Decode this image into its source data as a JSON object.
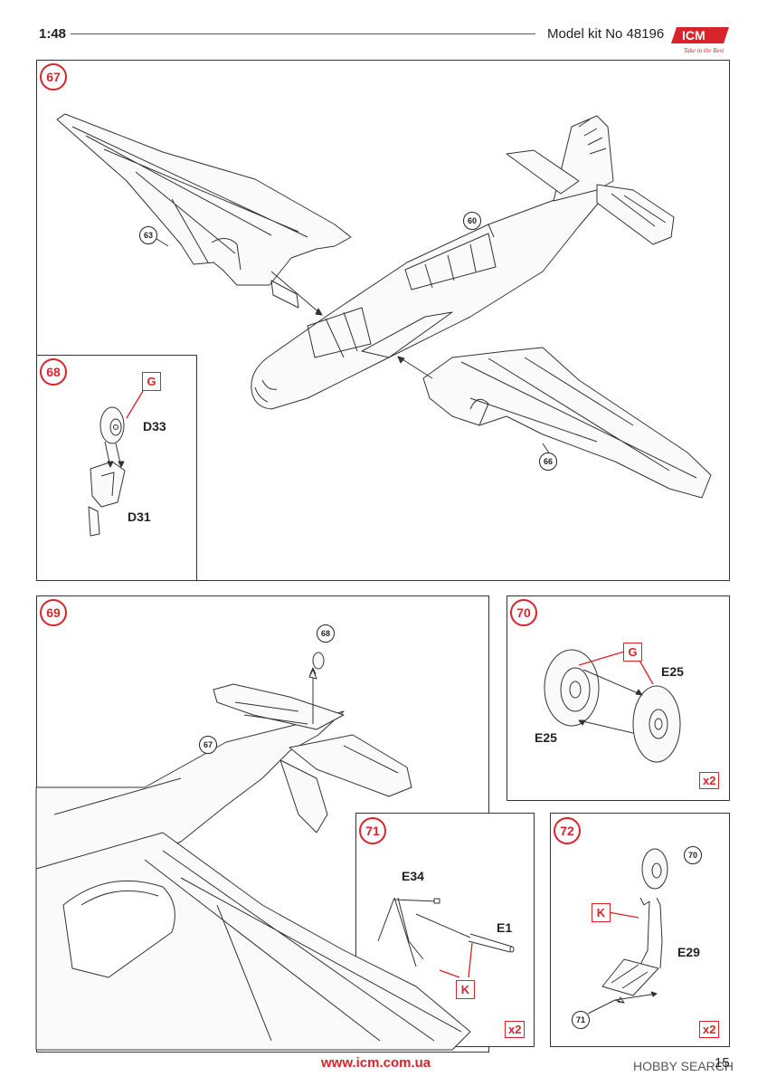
{
  "header": {
    "scale": "1:48",
    "kit_label": "Model kit No 48196",
    "logo_text": "ICM",
    "logo_tagline": "Take in the Best"
  },
  "steps": {
    "s67": {
      "number": "67",
      "refs": [
        "63",
        "60",
        "66"
      ]
    },
    "s68": {
      "number": "68",
      "paint": "G",
      "parts": [
        "D33",
        "D31"
      ]
    },
    "s69": {
      "number": "69",
      "refs": [
        "68",
        "67"
      ]
    },
    "s70": {
      "number": "70",
      "paint": "G",
      "parts": [
        "E25",
        "E25"
      ],
      "qty": "x2"
    },
    "s71": {
      "number": "71",
      "paint": "K",
      "parts": [
        "E34",
        "E1"
      ],
      "qty": "x2"
    },
    "s72": {
      "number": "72",
      "paint": "K",
      "parts": [
        "E29"
      ],
      "refs": [
        "70",
        "71"
      ],
      "qty": "x2"
    }
  },
  "footer": {
    "url": "www.icm.com.ua",
    "page": "15",
    "watermark": "HOBBY SEARCH"
  },
  "colors": {
    "accent": "#d9232b",
    "line": "#333333"
  }
}
